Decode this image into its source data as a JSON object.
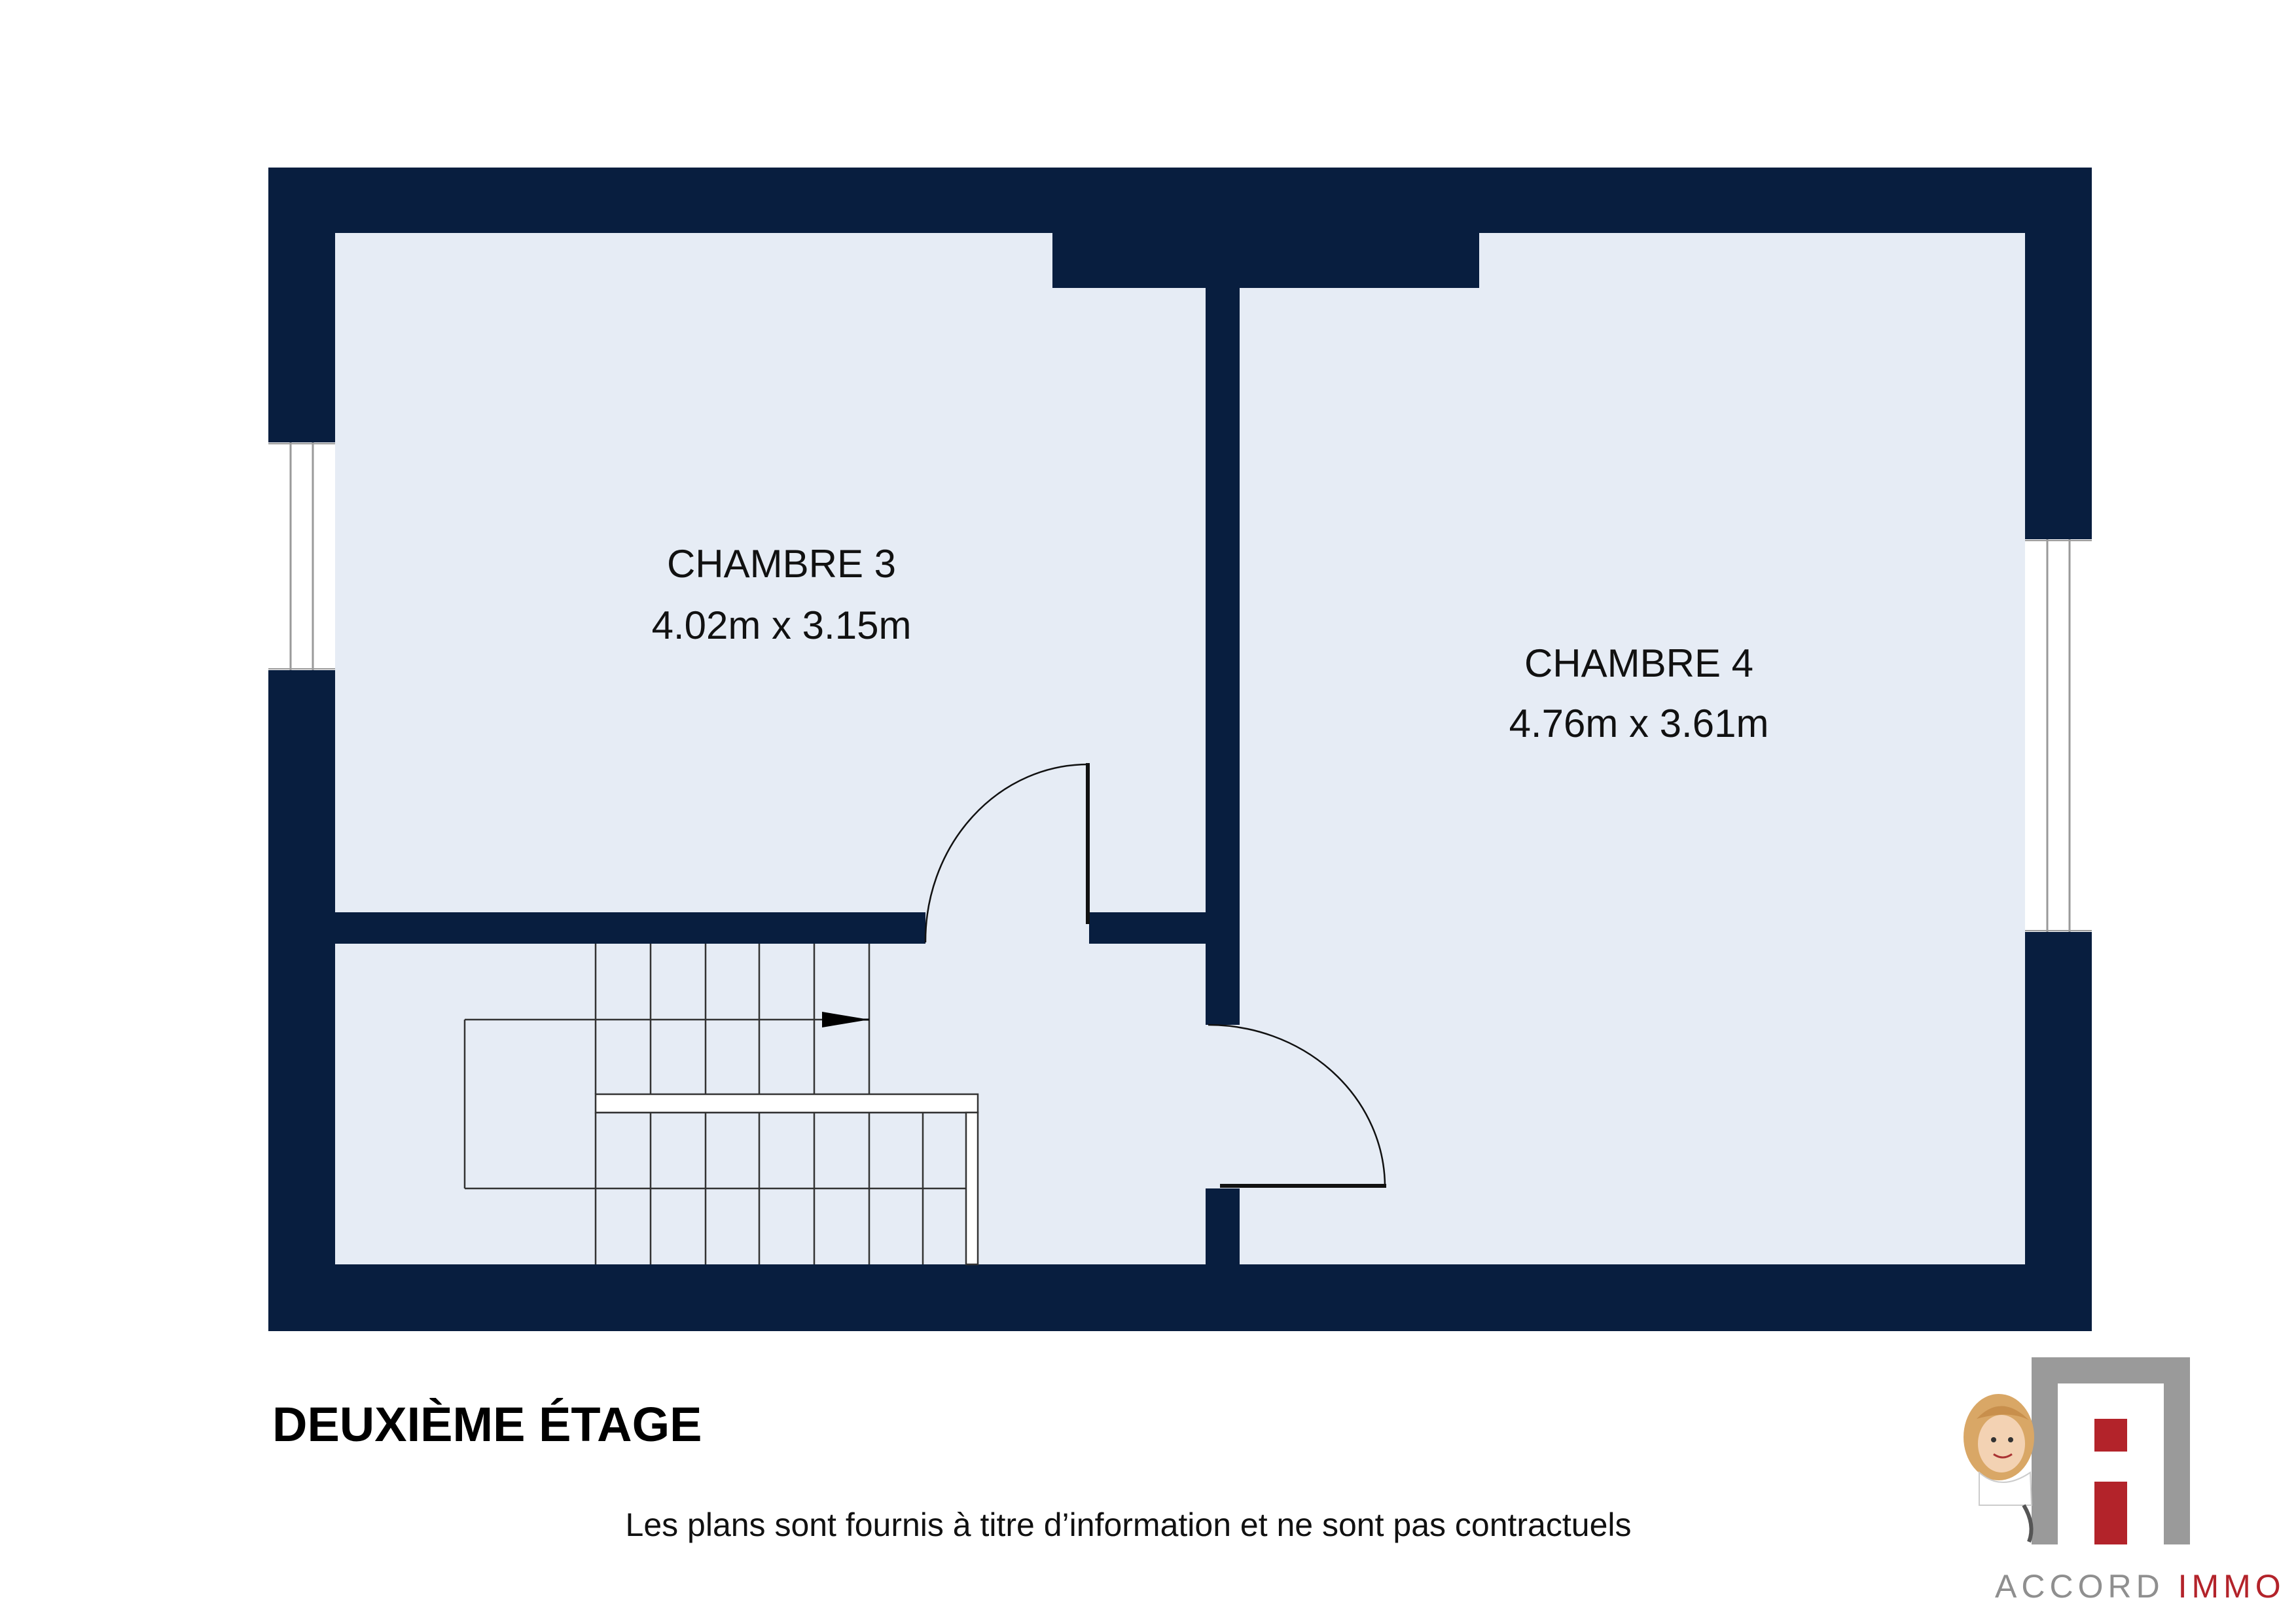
{
  "rooms": [
    {
      "name": "CHAMBRE 3",
      "dimensions": "4.02m x 3.15m"
    },
    {
      "name": "CHAMBRE 4",
      "dimensions": "4.76m x 3.61m"
    }
  ],
  "floor_title": "DEUXIÈME ÉTAGE",
  "disclaimer": "Les plans sont fournis à titre d’information et ne sont pas contractuels",
  "brand": {
    "name_part1": "ACCORD",
    "name_part2": "IMMO"
  },
  "colors": {
    "wall": "#081e3f",
    "floor": "#e6ecf5",
    "brand_red": "#b3232a",
    "brand_grey": "#8f8f8f"
  },
  "icons": [
    "logo-mascot-icon",
    "logo-building-icon"
  ]
}
